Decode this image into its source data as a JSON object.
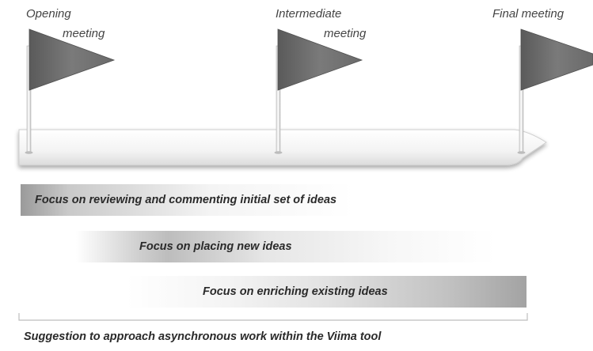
{
  "milestones": [
    {
      "line1": "Opening",
      "line2": "meeting"
    },
    {
      "line1": "Intermediate",
      "line2": "meeting"
    },
    {
      "line1": "Final meeting",
      "line2": ""
    }
  ],
  "focus_bands": [
    {
      "label": "Focus on reviewing and commenting initial set of ideas"
    },
    {
      "label": "Focus on placing new ideas"
    },
    {
      "label": "Focus on enriching existing ideas"
    }
  ],
  "caption": "Suggestion to approach asynchronous work within the Viima tool",
  "colors": {
    "flag": "#6e6e6e",
    "timeline": "#f2f2f2",
    "text": "#2a2a2a"
  }
}
